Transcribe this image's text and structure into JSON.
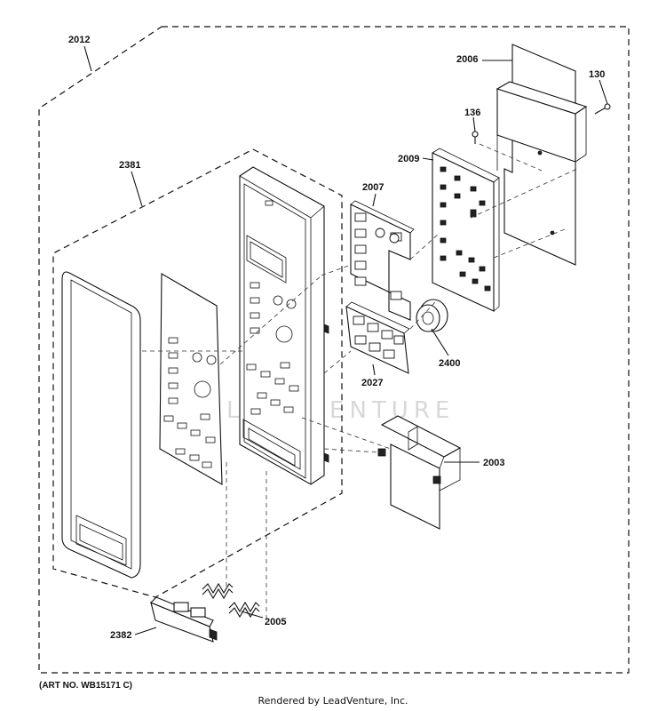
{
  "callouts": {
    "p2012": "2012",
    "p2006": "2006",
    "p130": "130",
    "p136": "136",
    "p2009": "2009",
    "p2007": "2007",
    "p2381": "2381",
    "p2400": "2400",
    "p2027": "2027",
    "p2003": "2003",
    "p2005": "2005",
    "p2382": "2382"
  },
  "watermark": "LEADVENTURE",
  "art_number": "(ART NO. WB15171 C)",
  "credit": "Rendered by LeadVenture, Inc."
}
